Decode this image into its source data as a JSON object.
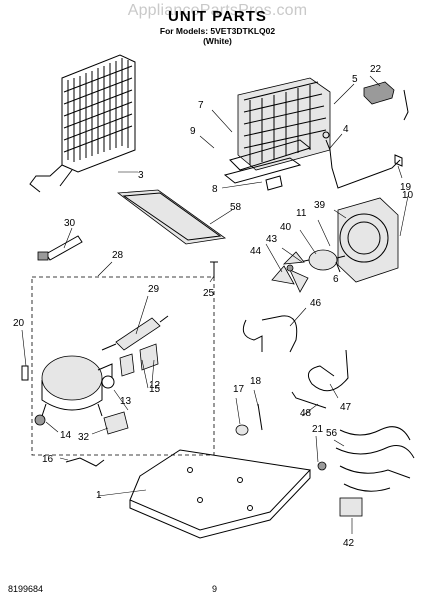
{
  "watermark": "AppliancePartsPros.com",
  "title": "UNIT PARTS",
  "models_line": "For Models: 5VET3DTKLQ02",
  "color_line": "(White)",
  "footer_left": "8199684",
  "footer_page": "9",
  "callouts": {
    "c1": "1",
    "c3": "3",
    "c4": "4",
    "c5": "5",
    "c6": "6",
    "c7": "7",
    "c8": "8",
    "c9": "9",
    "c10": "10",
    "c11": "11",
    "c12": "12",
    "c13": "13",
    "c14": "14",
    "c15": "15",
    "c16": "16",
    "c17": "17",
    "c18": "18",
    "c19": "19",
    "c20": "20",
    "c21": "21",
    "c22": "22",
    "c25": "25",
    "c28": "28",
    "c29": "29",
    "c30": "30",
    "c32": "32",
    "c39": "39",
    "c40": "40",
    "c42": "42",
    "c43": "43",
    "c44": "44",
    "c46": "46",
    "c47": "47",
    "c48": "48",
    "c56": "56",
    "c58": "58"
  }
}
